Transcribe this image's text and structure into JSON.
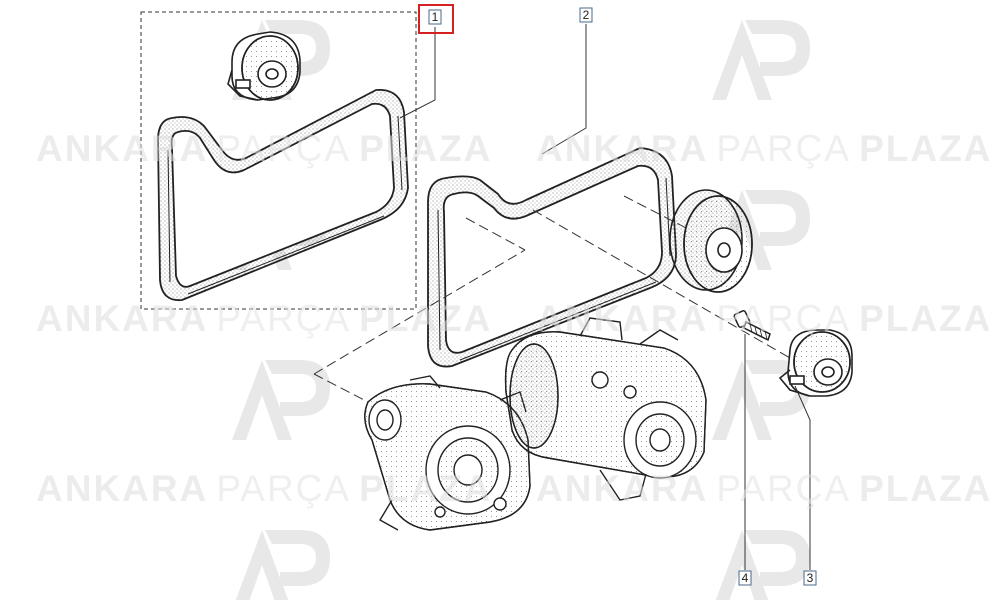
{
  "watermark": {
    "bold_a": "ANKARA",
    "light": "PARÇA",
    "bold_b": "PLAZA",
    "logo": "AP",
    "color": "#e6e6e6"
  },
  "callouts": [
    {
      "id": "1",
      "label": "1",
      "highlighted": true
    },
    {
      "id": "2",
      "label": "2",
      "highlighted": false
    },
    {
      "id": "3",
      "label": "3",
      "highlighted": false
    },
    {
      "id": "4",
      "label": "4",
      "highlighted": false
    }
  ],
  "colors": {
    "line": "#333333",
    "callout_frame": "#4a6a8a",
    "highlight": "#d42020"
  }
}
